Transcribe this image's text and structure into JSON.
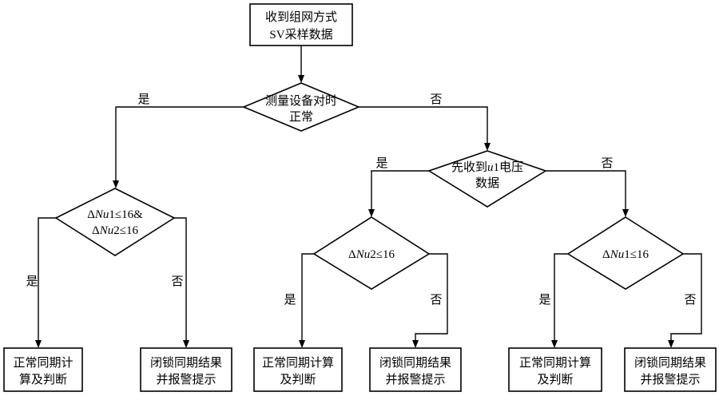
{
  "nodes": {
    "start": {
      "lines": [
        "收到组网方式",
        "SV采样数据"
      ]
    },
    "decision_sync": {
      "lines": [
        "测量设备对时",
        "正常"
      ]
    },
    "decision_u1": {
      "lines": [
        "先收到u1电压",
        "数据"
      ]
    },
    "decision_both": {
      "lines": [
        "ΔNu1≤16&",
        "ΔNu2≤16"
      ]
    },
    "decision_nu2": {
      "lines": [
        "ΔNu2≤16"
      ]
    },
    "decision_nu1": {
      "lines": [
        "ΔNu1≤16"
      ]
    },
    "result_calc_1": {
      "lines": [
        "正常同期计",
        "算及判断"
      ]
    },
    "result_lock_1": {
      "lines": [
        "闭锁同期结果",
        "并报警提示"
      ]
    },
    "result_calc_2": {
      "lines": [
        "正常同期计算",
        "及判断"
      ]
    },
    "result_lock_2": {
      "lines": [
        "闭锁同期结果",
        "并报警提示"
      ]
    },
    "result_calc_3": {
      "lines": [
        "正常同期计算",
        "及判断"
      ]
    },
    "result_lock_3": {
      "lines": [
        "闭锁同期结果",
        "并报警提示"
      ]
    }
  },
  "labels": {
    "yes": "是",
    "no": "否"
  }
}
